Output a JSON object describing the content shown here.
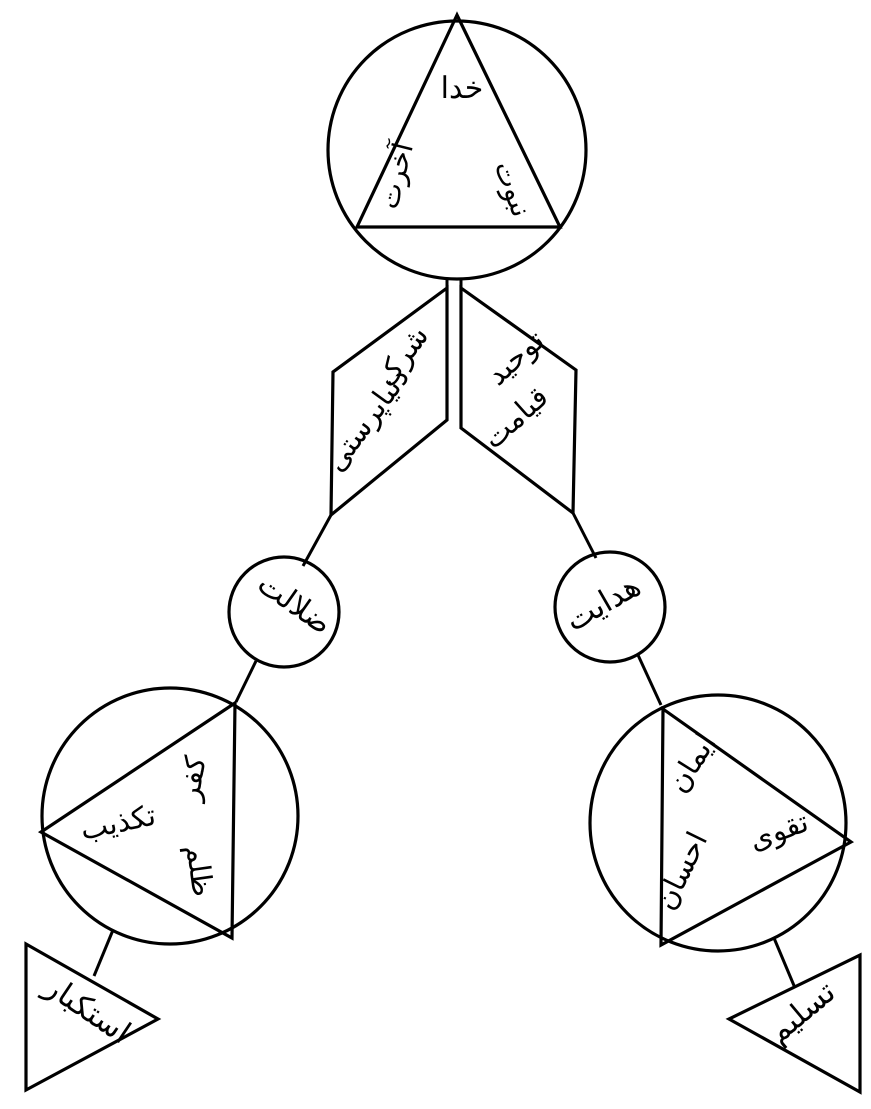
{
  "diagram": {
    "top": {
      "apex": "خدا",
      "left": "آخرت",
      "right": "نبوت"
    },
    "rhombus_left": {
      "line1": "شرک",
      "line2": "دنیاپرستی"
    },
    "rhombus_right": {
      "line1": "توحید",
      "line2": "قیامت"
    },
    "circle_left": "ضلالت",
    "circle_right": "هدایت",
    "bottom_left": {
      "top": "کفر",
      "left": "تکذیب",
      "bottom": "ظلم"
    },
    "bottom_right": {
      "left": "ایمان",
      "right": "تقوی",
      "bottom": "احسان"
    },
    "end_left": "استکبار",
    "end_right": "تسلیم"
  }
}
